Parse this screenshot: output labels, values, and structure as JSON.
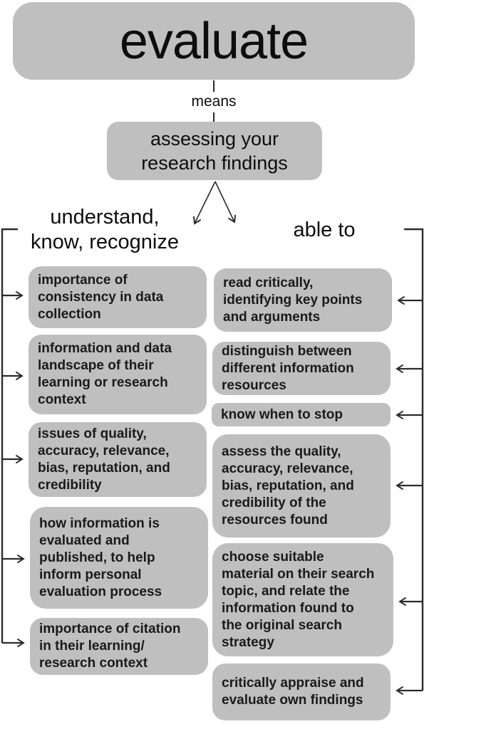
{
  "diagram": {
    "title": "evaluate",
    "connector_label": "means",
    "definition": "assessing your\nresearch findings",
    "left_header": "understand,\nknow, recognize",
    "right_header": "able to",
    "left_items": [
      "importance of\nconsistency in data\ncollection",
      "information and data\nlandscape of their\nlearning or research\ncontext",
      "issues of quality,\naccuracy, relevance,\nbias, reputation, and\ncredibility",
      "how information is\nevaluated and\npublished, to help\ninform personal\nevaluation process",
      "importance of citation\nin their learning/\nresearch context"
    ],
    "right_items": [
      "read critically,\nidentifying key points\nand arguments",
      "distinguish between\ndifferent information\nresources",
      "know when to stop",
      "assess the quality,\naccuracy, relevance,\nbias, reputation, and\ncredibility of the\nresources found",
      "choose suitable\nmaterial on their search\ntopic, and relate the\ninformation found to\nthe original search\nstrategy",
      "critically appraise and\nevaluate own findings"
    ],
    "colors": {
      "box_fill": "#bfbfbf",
      "text": "#1a1a1a",
      "line": "#2b2b2b",
      "background": "#ffffff"
    }
  }
}
